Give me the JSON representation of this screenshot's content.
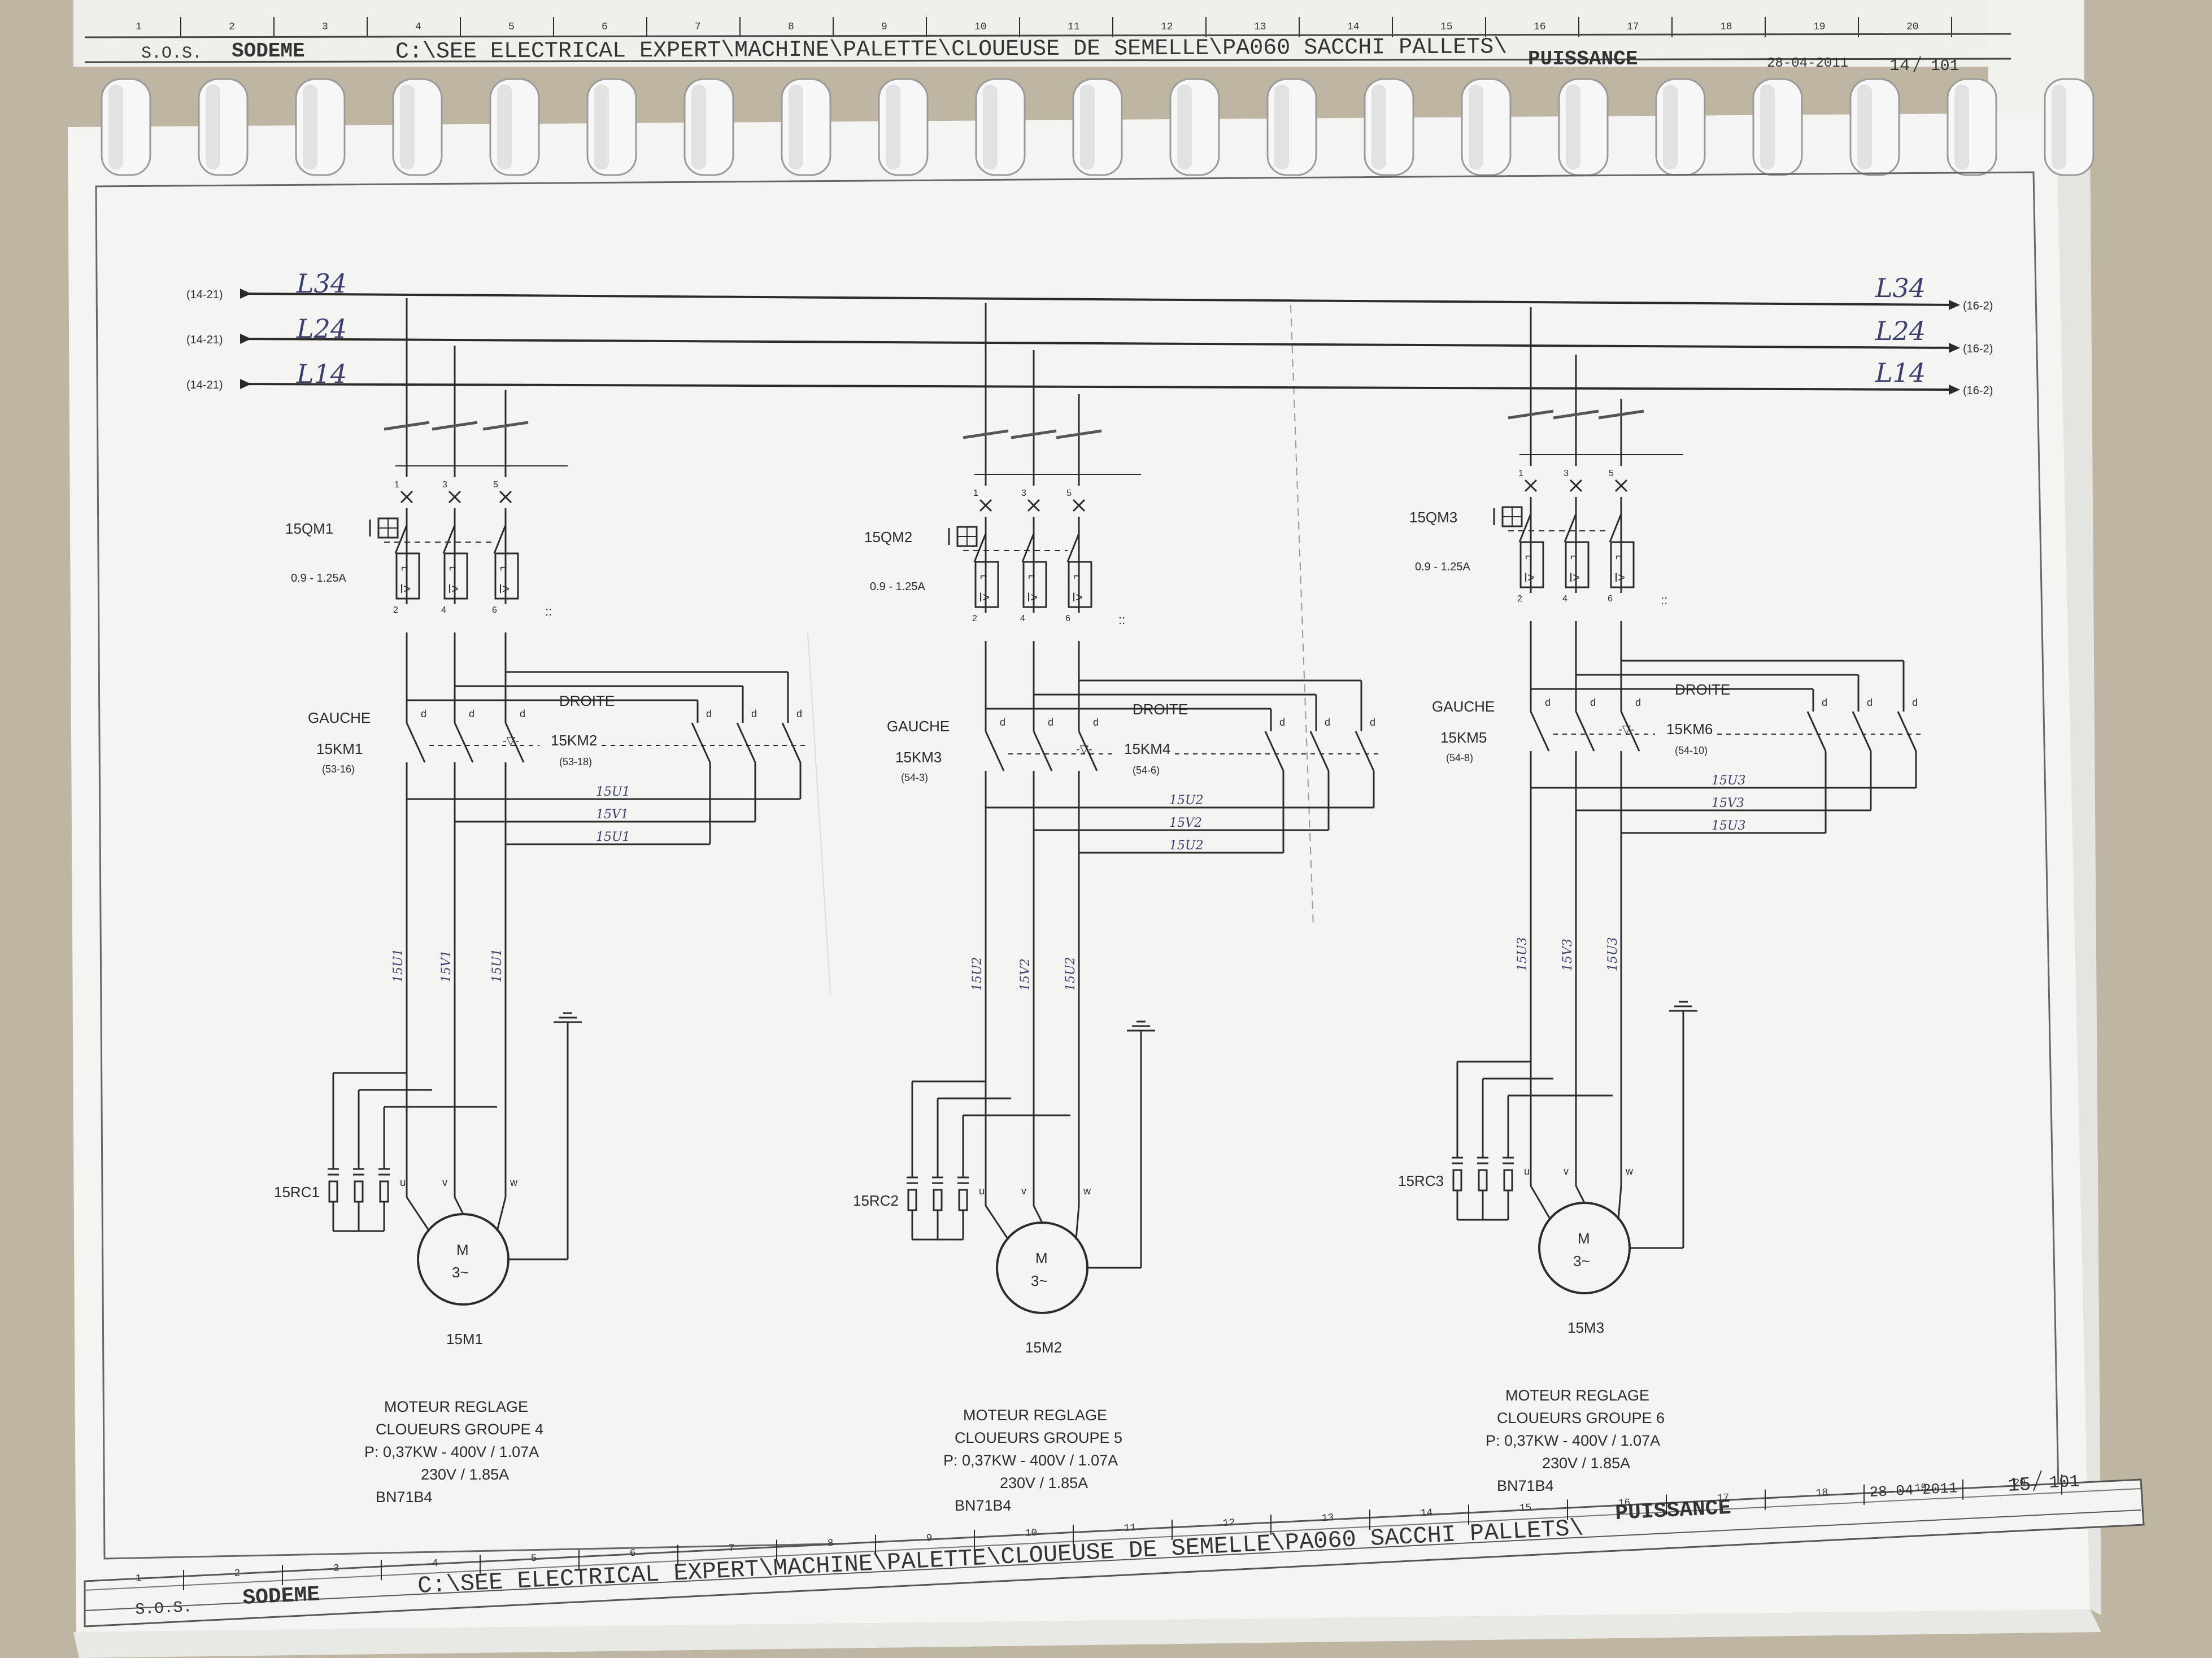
{
  "colors": {
    "background": "#bfb5a3",
    "paper": "#f3f3f1",
    "ink": "#2b2b2b",
    "handwriting": "#3a3f6e"
  },
  "top_sheet": {
    "company_short": "S.O.S.",
    "company": "SODEME",
    "path": "C:\\SEE ELECTRICAL EXPERT\\MACHINE\\PALETTE\\CLOUEUSE DE SEMELLE\\PA060 SACCHI PALLETS\\",
    "section": "PUISSANCE",
    "date": "28-04-2011",
    "page": "14",
    "total": "101"
  },
  "bottom_sheet": {
    "company_short": "S.O.S.",
    "company": "SODEME",
    "path": "C:\\SEE ELECTRICAL EXPERT\\MACHINE\\PALETTE\\CLOUEUSE DE SEMELLE\\PA060 SACCHI PALLETS\\",
    "section": "PUISSANCE",
    "date": "28-04-2011",
    "page": "15",
    "total": "101"
  },
  "column_numbers": [
    "1",
    "2",
    "3",
    "4",
    "5",
    "6",
    "7",
    "8",
    "9",
    "10",
    "11",
    "12",
    "13",
    "14",
    "15",
    "16",
    "17",
    "18",
    "19",
    "20"
  ],
  "buses": [
    {
      "ref_in": "(14-21)",
      "hand": "L34",
      "ref_out": "(16-2)"
    },
    {
      "ref_in": "(14-21)",
      "hand": "L24",
      "ref_out": "(16-2)"
    },
    {
      "ref_in": "(14-21)",
      "hand": "L14",
      "ref_out": "(16-2)"
    }
  ],
  "circuits": [
    {
      "breaker": "15QM1",
      "range": "0.9 - 1.25A",
      "terminals_top": [
        "1",
        "3",
        "5"
      ],
      "terminals_bottom": [
        "2",
        "4",
        "6"
      ],
      "left_label": "GAUCHE",
      "left_contactor": "15KM1",
      "left_ref": "(53-16)",
      "right_label": "DROITE",
      "right_contactor": "15KM2",
      "right_ref": "(53-18)",
      "wire_labels": [
        "15U1",
        "15V1",
        "15U1"
      ],
      "vertical_wires": [
        "15U1",
        "15V1",
        "15U1"
      ],
      "rc": "15RC1",
      "motor_symbol": "M",
      "motor_phase": "3~",
      "motor": "15M1",
      "desc": [
        "MOTEUR REGLAGE",
        "CLOUEURS GROUPE 4",
        "P: 0,37KW - 400V / 1.07A",
        "230V / 1.85A",
        "BN71B4"
      ]
    },
    {
      "breaker": "15QM2",
      "range": "0.9 - 1.25A",
      "terminals_top": [
        "1",
        "3",
        "5"
      ],
      "terminals_bottom": [
        "2",
        "4",
        "6"
      ],
      "left_label": "GAUCHE",
      "left_contactor": "15KM3",
      "left_ref": "(54-3)",
      "right_label": "DROITE",
      "right_contactor": "15KM4",
      "right_ref": "(54-6)",
      "wire_labels": [
        "15U2",
        "15V2",
        "15U2"
      ],
      "vertical_wires": [
        "15U2",
        "15V2",
        "15U2"
      ],
      "rc": "15RC2",
      "motor_symbol": "M",
      "motor_phase": "3~",
      "motor": "15M2",
      "desc": [
        "MOTEUR REGLAGE",
        "CLOUEURS GROUPE 5",
        "P: 0,37KW - 400V / 1.07A",
        "230V / 1.85A",
        "BN71B4"
      ]
    },
    {
      "breaker": "15QM3",
      "range": "0.9 - 1.25A",
      "terminals_top": [
        "1",
        "3",
        "5"
      ],
      "terminals_bottom": [
        "2",
        "4",
        "6"
      ],
      "left_label": "GAUCHE",
      "left_contactor": "15KM5",
      "left_ref": "(54-8)",
      "right_label": "DROITE",
      "right_contactor": "15KM6",
      "right_ref": "(54-10)",
      "wire_labels": [
        "15U3",
        "15V3",
        "15U3"
      ],
      "vertical_wires": [
        "15U3",
        "15V3",
        "15U3"
      ],
      "rc": "15RC3",
      "motor_symbol": "M",
      "motor_phase": "3~",
      "motor": "15M3",
      "desc": [
        "MOTEUR REGLAGE",
        "CLOUEURS GROUPE 6",
        "P: 0,37KW - 400V / 1.07A",
        "230V / 1.85A",
        "BN71B4"
      ]
    }
  ],
  "motor_terminals": [
    "u",
    "v",
    "w"
  ]
}
